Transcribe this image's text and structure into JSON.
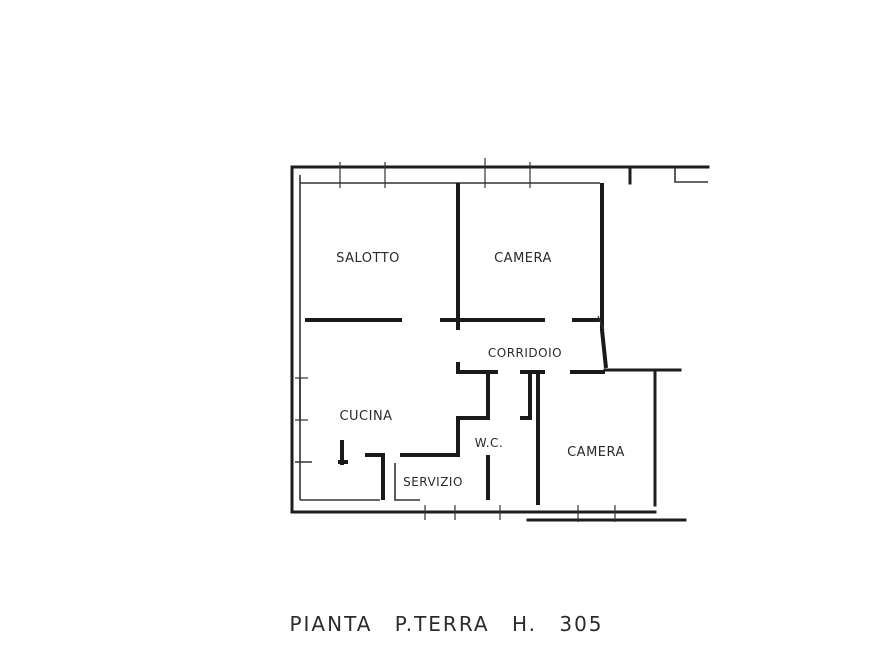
{
  "rooms": {
    "salotto": "SALOTTO",
    "camera_top": "CAMERA",
    "corridoio": "CORRIDOIO",
    "cucina": "CUCINA",
    "wc": "W.C.",
    "camera_bottom": "CAMERA",
    "servizio": "SERVIZIO"
  },
  "caption": "PIANTA P.TERRA H. 305",
  "colors": {
    "ink": "#1e1e1e",
    "paper": "#ffffff"
  }
}
